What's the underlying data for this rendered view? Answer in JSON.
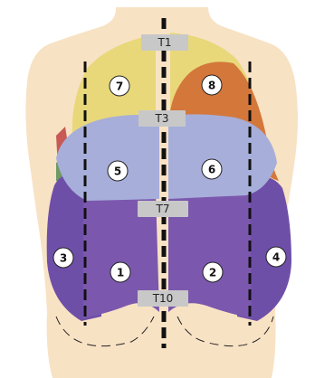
{
  "colors": {
    "skin": "#F8E2C4",
    "yellow": "#E8D87A",
    "orange": "#D4773A",
    "blue": "#A7AED9",
    "purple": "#7B58AE",
    "purple_dark": "#6E4FA8",
    "red": "#C75A55",
    "green": "#6E9A63",
    "label_box": "#C8C8C8"
  },
  "vertebra_labels": {
    "t1": "T1",
    "t3": "T3",
    "t7": "T7",
    "t10": "T10"
  },
  "zones": {
    "z1": "1",
    "z2": "2",
    "z3": "3",
    "z4": "4",
    "z5": "5",
    "z6": "6",
    "z7": "7",
    "z8": "8"
  }
}
